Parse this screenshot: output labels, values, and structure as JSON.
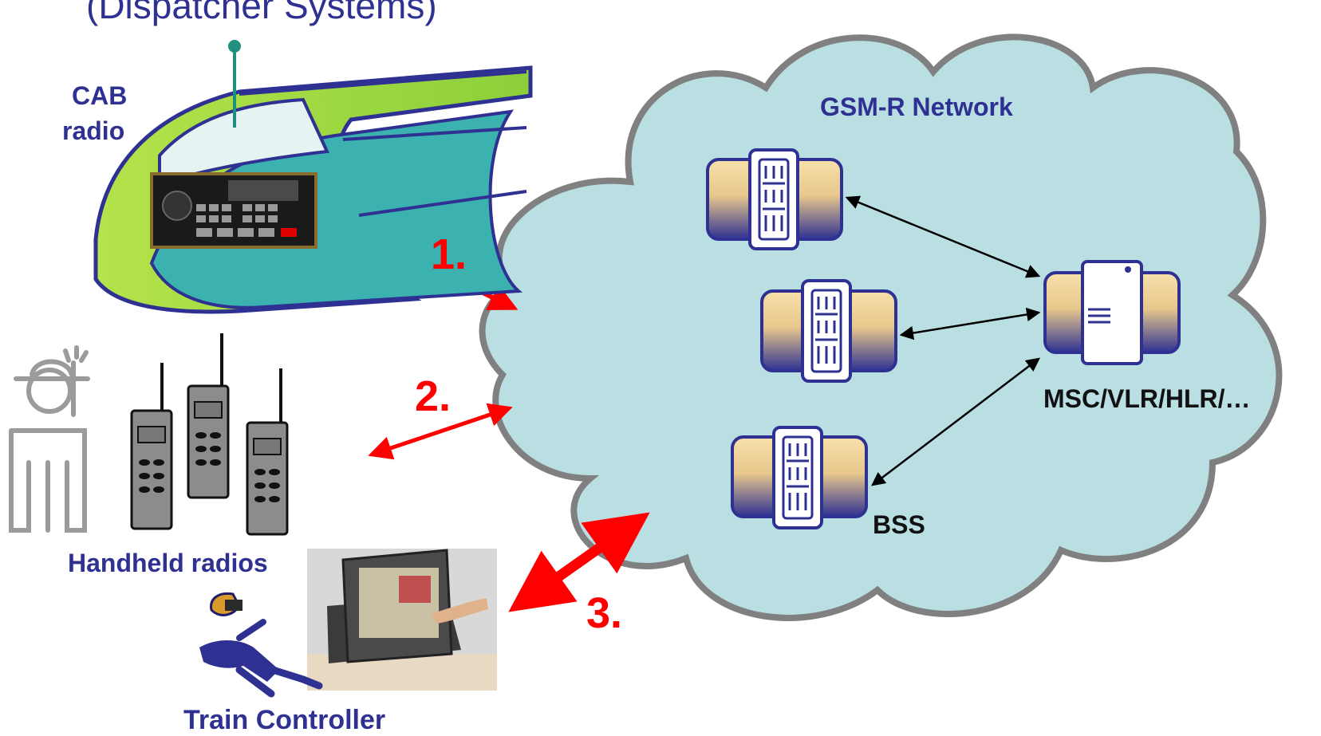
{
  "diagram": {
    "top_title_fragment": "(Dispatcher Systems)",
    "labels": {
      "cab_radio_line1": "CAB",
      "cab_radio_line2": "radio",
      "handheld_radios": "Handheld radios",
      "train_controller": "Train Controller",
      "network": "GSM-R Network",
      "msc": "MSC/VLR/HLR/…",
      "bss": "BSS"
    },
    "links": [
      {
        "number": "1.",
        "from": "CAB radio",
        "to": "GSM-R Network"
      },
      {
        "number": "2.",
        "from": "Handheld radios",
        "to": "GSM-R Network"
      },
      {
        "number": "3.",
        "from": "Train Controller",
        "to": "GSM-R Network"
      }
    ],
    "colors": {
      "label_text": "#2e3192",
      "link_arrows": "#ff0000",
      "cloud_fill": "#b9dfe3",
      "cloud_stroke": "#808080",
      "node_gradient_top": "#f5d9a0",
      "node_gradient_bottom": "#2e3192"
    }
  }
}
